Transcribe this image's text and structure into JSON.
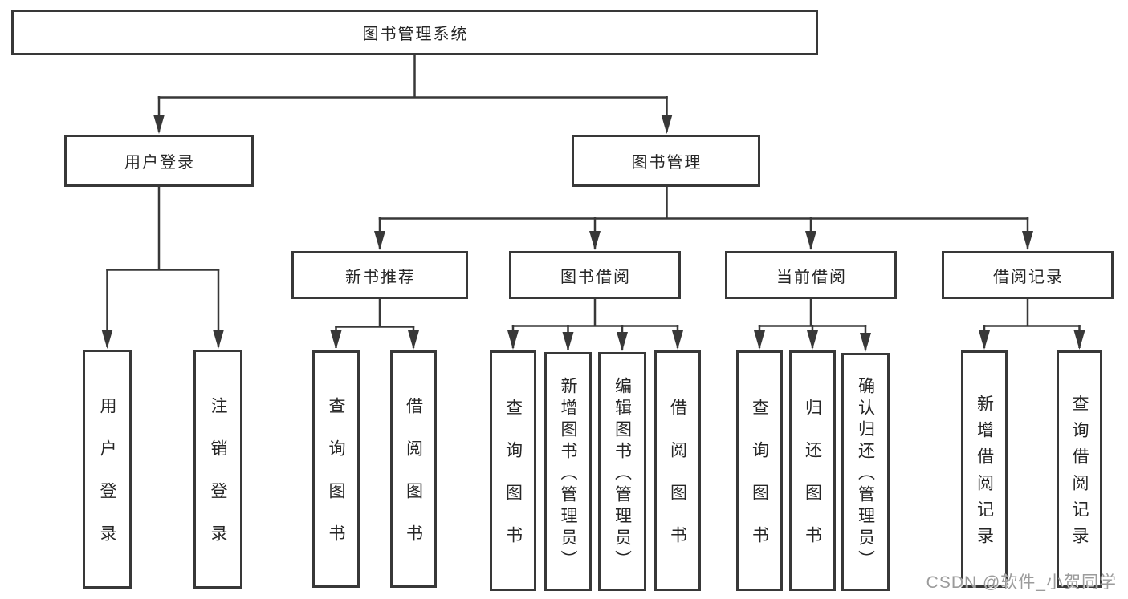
{
  "diagram": {
    "root": {
      "label": "图书管理系统"
    },
    "modules": [
      {
        "label": "用户登录",
        "children": [
          {
            "label": "用户登录"
          },
          {
            "label": "注销登录"
          }
        ]
      },
      {
        "label": "图书管理",
        "sections": [
          {
            "label": "新书推荐",
            "children": [
              {
                "label": "查询图书"
              },
              {
                "label": "借阅图书"
              }
            ]
          },
          {
            "label": "图书借阅",
            "children": [
              {
                "label": "查询图书"
              },
              {
                "label": "新增图书（管理员）"
              },
              {
                "label": "编辑图书（管理员）"
              },
              {
                "label": "借阅图书"
              }
            ]
          },
          {
            "label": "当前借阅",
            "children": [
              {
                "label": "查询图书"
              },
              {
                "label": "归还图书"
              },
              {
                "label": "确认归还（管理员）"
              }
            ]
          },
          {
            "label": "借阅记录",
            "children": [
              {
                "label": "新增借阅记录"
              },
              {
                "label": "查询借阅记录"
              }
            ]
          }
        ]
      }
    ]
  },
  "watermark": {
    "text": "CSDN @软件_小贺同学"
  },
  "colors": {
    "line": "#383838",
    "box_border": "#383838",
    "box_background": "#ffffff",
    "text": "#262626",
    "watermark": "#9b9b9b"
  }
}
